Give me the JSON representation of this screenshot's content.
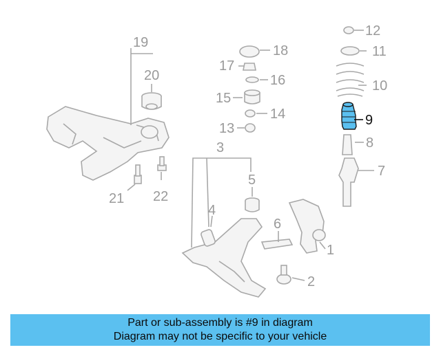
{
  "diagram": {
    "callouts": [
      "1",
      "2",
      "3",
      "4",
      "5",
      "6",
      "7",
      "8",
      "9",
      "10",
      "11",
      "12",
      "13",
      "14",
      "15",
      "16",
      "17",
      "18",
      "19",
      "20",
      "21",
      "22"
    ],
    "highlighted_part": "9",
    "highlight_color": "#5bc0f0",
    "part_color": "#a8a8a8"
  },
  "banner": {
    "line1": "Part or sub-assembly is #9 in diagram",
    "line2": "Diagram may not be specific to your vehicle",
    "background": "#5bc0f0"
  }
}
